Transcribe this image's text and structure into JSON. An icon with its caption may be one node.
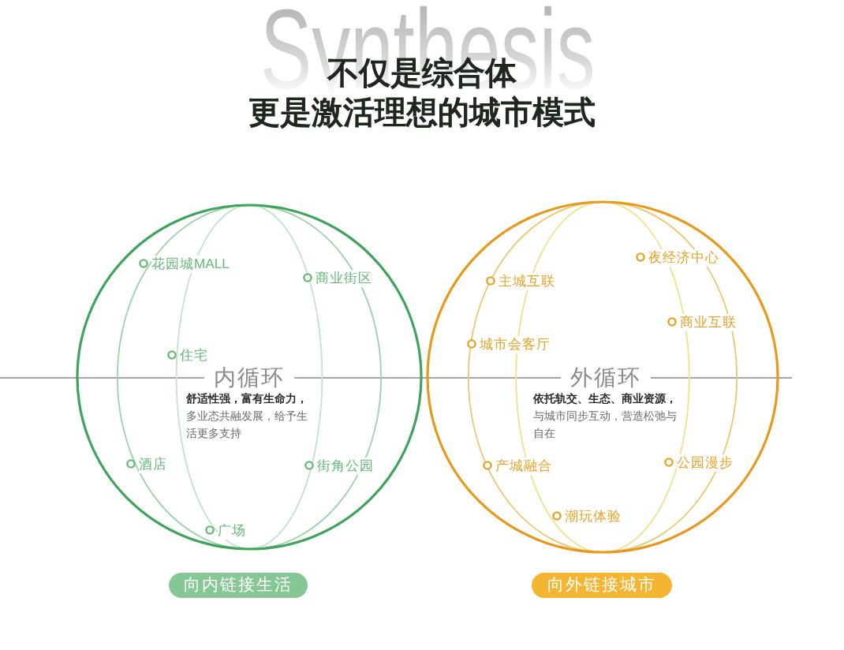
{
  "diagram": {
    "title": "不仅是综合体",
    "nodes": [
      {
        "text": [
          "内循环",
          "**舒适性强，富有生命力，**多业态共融发展，给予生活更多支持"
        ]
      },
      {
        "text": [
          "外循环",
          "**依托轨交、生态、商业资源，**与城市同步互动，营造松弛与自在"
        ]
      },
      {
        "text": [
          "向内链接生活"
        ]
      },
      {
        "text": [
          "向外链接城市"
        ]
      }
    ],
    "labels": [
      "Synthesis",
      "更是激活理想的城市模式",
      "花园城MALL",
      "商业街区",
      "住宅",
      "酒店",
      "街角公园",
      "广场",
      "主城互联",
      "夜经济中心",
      "商业互联",
      "城市会客厅",
      "产城融合",
      "公园漫步",
      "潮玩体验"
    ]
  }
}
